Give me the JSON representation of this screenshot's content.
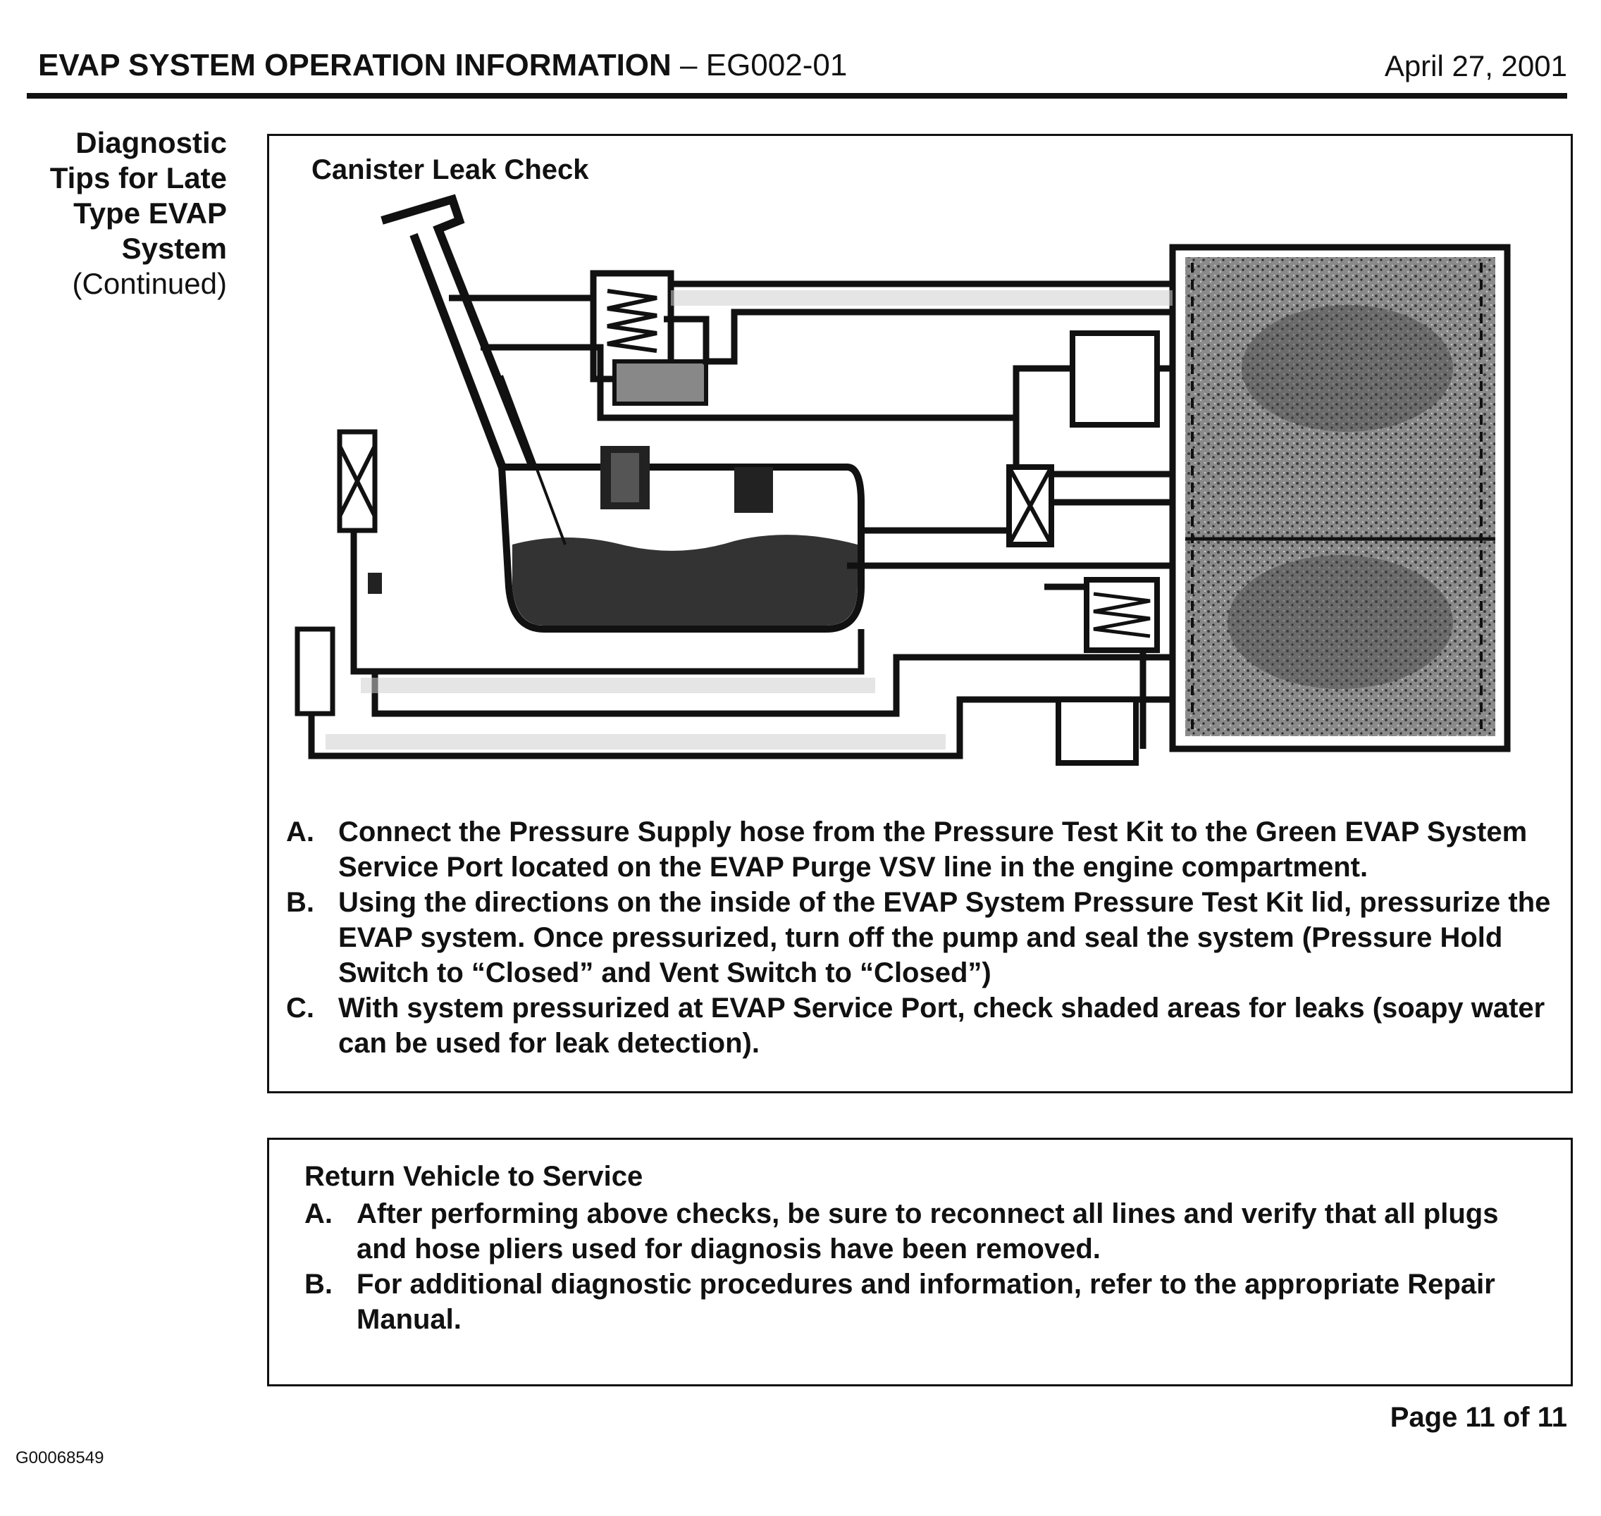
{
  "header": {
    "title_bold": "EVAP SYSTEM OPERATION INFORMATION",
    "title_rest": " – EG002-01",
    "date": "April 27, 2001"
  },
  "side_heading": {
    "line1": "Diagnostic",
    "line2": "Tips for Late",
    "line3": "Type EVAP",
    "line4": "System",
    "line5": "(Continued)"
  },
  "canister_box": {
    "caption": "Canister Leak Check",
    "steps": [
      {
        "letter": "A.",
        "text": "Connect the Pressure Supply hose from the Pressure Test Kit to the Green EVAP System Service Port located on the EVAP Purge VSV line in the engine compartment."
      },
      {
        "letter": "B.",
        "text": "Using the directions on the inside of the EVAP System Pressure Test Kit lid, pressurize the EVAP system. Once pressurized, turn off the pump and seal the system (Pressure Hold Switch to “Closed” and Vent Switch to “Closed”)"
      },
      {
        "letter": "C.",
        "text": "With system pressurized at EVAP Service Port, check shaded areas for leaks (soapy water can be used for leak detection)."
      }
    ]
  },
  "return_box": {
    "heading": "Return Vehicle to Service",
    "steps": [
      {
        "letter": "A.",
        "text": "After performing above checks, be sure to reconnect all lines and verify that all plugs and hose pliers used for diagnosis have been removed."
      },
      {
        "letter": "B.",
        "text": "For additional diagnostic procedures and information, refer to the appropriate Repair Manual."
      }
    ]
  },
  "footer": {
    "page": "Page 11 of 11",
    "doc_id": "G00068549"
  }
}
